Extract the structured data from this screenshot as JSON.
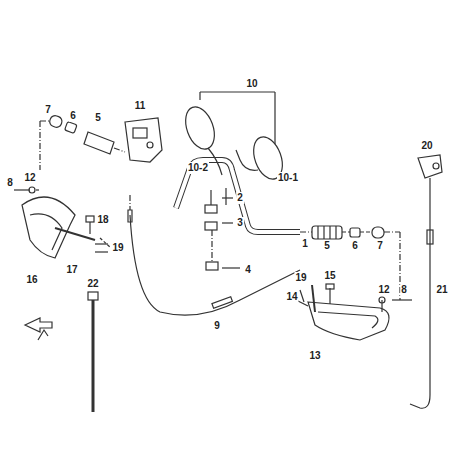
{
  "diagram": {
    "labels": [
      "7",
      "6",
      "5",
      "11",
      "10",
      "10-2",
      "10-1",
      "20",
      "8",
      "12",
      "2",
      "3",
      "1",
      "5",
      "6",
      "7",
      "18",
      "19",
      "16",
      "17",
      "4",
      "19",
      "15",
      "14",
      "22",
      "21",
      "12",
      "8",
      "13",
      "9"
    ]
  }
}
